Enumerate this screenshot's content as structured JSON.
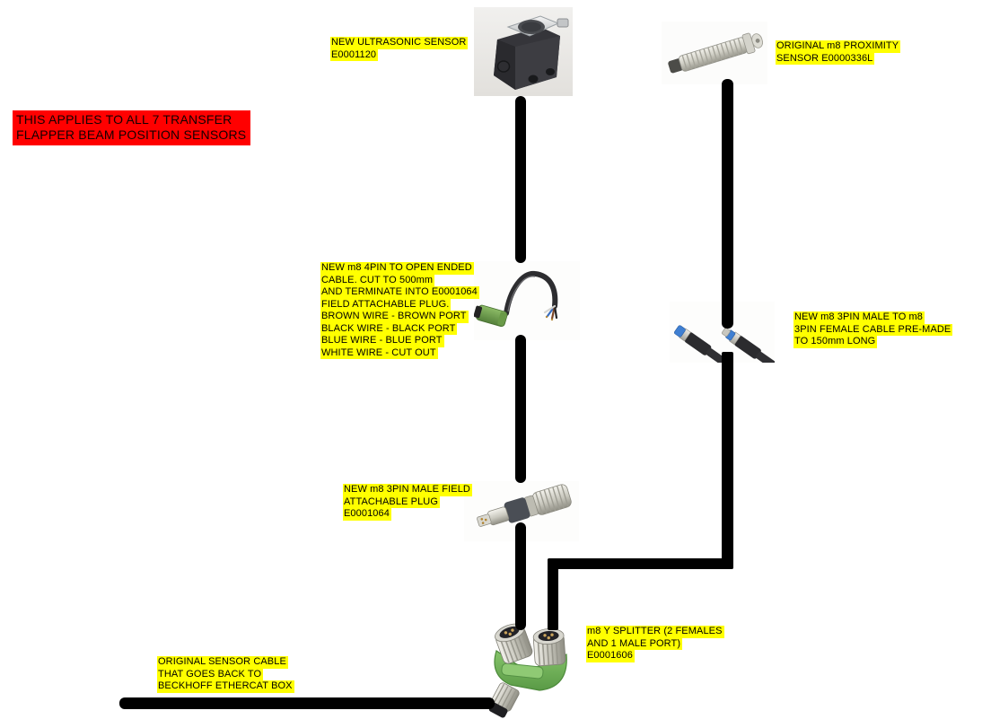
{
  "colors": {
    "highlight_yellow": "#ffff00",
    "note_red": "#ff0000",
    "wire_black": "#000000",
    "splitter_green": "#74b85c",
    "connector_green": "#6fa64e",
    "blue_tip": "#3f7fd2"
  },
  "note": {
    "lines": [
      "THIS APPLIES TO ALL 7 TRANSFER",
      "FLAPPER BEAM POSITION SENSORS"
    ]
  },
  "labels": {
    "ultrasonic": {
      "lines": [
        "NEW ULTRASONIC SENSOR",
        "E0001120"
      ]
    },
    "proximity": {
      "lines": [
        "ORIGINAL m8 PROXIMITY",
        "SENSOR E0000336L"
      ]
    },
    "open_ended_cable": {
      "lines": [
        "NEW m8 4PIN TO OPEN ENDED",
        "CABLE. CUT TO 500mm",
        "AND TERMINATE INTO E0001064",
        "FIELD ATTACHABLE PLUG.",
        "BROWN WIRE - BROWN PORT",
        "BLACK WIRE - BLACK PORT",
        "BLUE WIRE - BLUE PORT",
        "WHITE WIRE - CUT OUT"
      ]
    },
    "premade_cable": {
      "lines": [
        "NEW m8 3PIN MALE TO m8",
        "3PIN FEMALE CABLE PRE-MADE",
        "TO 150mm LONG"
      ]
    },
    "field_plug": {
      "lines": [
        "NEW m8 3PIN MALE FIELD",
        "ATTACHABLE PLUG",
        "E0001064"
      ]
    },
    "y_splitter": {
      "lines": [
        "m8 Y SPLITTER (2 FEMALES",
        "AND 1 MALE PORT)",
        "E0001606"
      ]
    },
    "original_cable": {
      "lines": [
        "ORIGINAL SENSOR CABLE",
        "THAT GOES BACK TO",
        "BECKHOFF ETHERCAT BOX"
      ]
    }
  },
  "images": {
    "ultrasonic_sensor": "ultrasonic-sensor-photo",
    "proximity_sensor": "m8-proximity-sensor-photo",
    "open_ended_cable": "m8-4pin-open-ended-cable-photo",
    "premade_cable": "m8-3pin-male-female-cable-photo",
    "field_plug": "m8-3pin-field-attachable-plug-photo",
    "y_splitter": "m8-y-splitter-photo"
  }
}
